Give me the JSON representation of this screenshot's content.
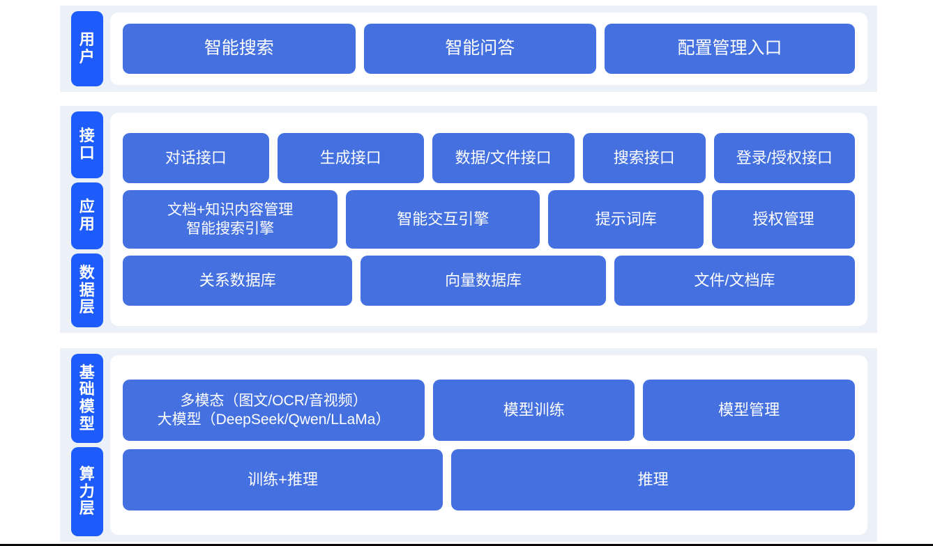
{
  "theme": {
    "band_bg": "#ecf1f9",
    "card_bg": "#ffffff",
    "node_blue": "#4470e0",
    "label_blue": "#1d5cfb",
    "node_text": "#ffffff",
    "page_bg": "#ffffff",
    "rule_color": "#0a0a0a"
  },
  "bands": [
    {
      "id": "user",
      "labels": [
        "用户"
      ],
      "rows": [
        {
          "id": "user-entries",
          "nodes": [
            {
              "label": "智能搜索",
              "flex": 1
            },
            {
              "label": "智能问答",
              "flex": 1
            },
            {
              "label": "配置管理入口",
              "flex": 1.08
            }
          ]
        }
      ]
    },
    {
      "id": "platform",
      "labels": [
        "接口",
        "应用",
        "数据层"
      ],
      "rows": [
        {
          "id": "interface",
          "nodes": [
            {
              "label": "对话接口",
              "flex": 1.03
            },
            {
              "label": "生成接口",
              "flex": 1.03
            },
            {
              "label": "数据/文件接口",
              "flex": 1.0
            },
            {
              "label": "搜索接口",
              "flex": 0.85
            },
            {
              "label": "登录/授权接口",
              "flex": 0.99
            }
          ]
        },
        {
          "id": "application",
          "nodes": [
            {
              "label": "文档+知识内容管理\n智能搜索引擎",
              "flex": 1.44,
              "multiline": true
            },
            {
              "label": "智能交互引擎",
              "flex": 1.29
            },
            {
              "label": "提示词库",
              "flex": 1.02
            },
            {
              "label": "授权管理",
              "flex": 0.93
            }
          ]
        },
        {
          "id": "data",
          "nodes": [
            {
              "label": "关系数据库",
              "flex": 1.0
            },
            {
              "label": "向量数据库",
              "flex": 1.07
            },
            {
              "label": "文件/文档库",
              "flex": 1.05
            }
          ]
        }
      ]
    },
    {
      "id": "infrastructure",
      "labels": [
        "基础模型",
        "算力层"
      ],
      "rows": [
        {
          "id": "model",
          "nodes": [
            {
              "label": "多模态（图文/OCR/音视频）\n大模型（DeepSeek/Qwen/LLaMa）",
              "flex": 1.45,
              "multiline": true
            },
            {
              "label": "模型训练",
              "flex": 0.95
            },
            {
              "label": "模型管理",
              "flex": 1.0
            }
          ]
        },
        {
          "id": "compute",
          "nodes": [
            {
              "label": "训练+推理",
              "flex": 1.0
            },
            {
              "label": "推理",
              "flex": 1.27
            }
          ]
        }
      ]
    }
  ]
}
